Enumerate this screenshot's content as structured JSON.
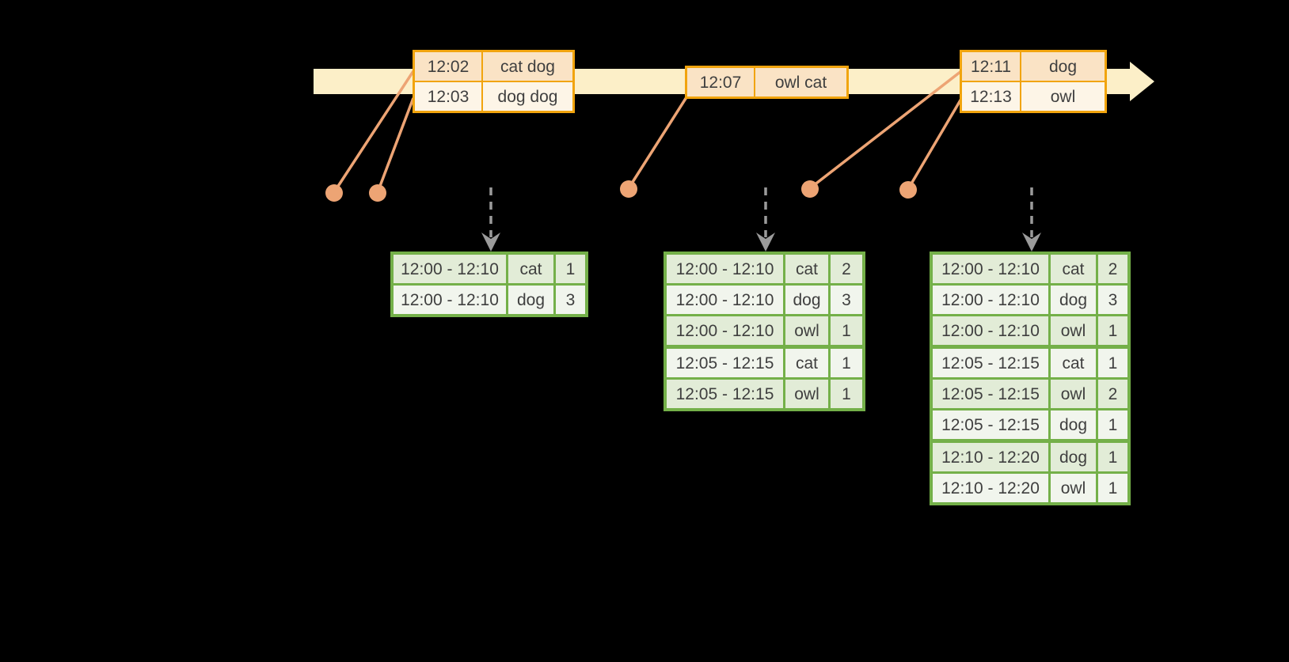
{
  "colors": {
    "background": "#000000",
    "timeline_band": "#FCEFC8",
    "event_table_border": "#F1A40E",
    "event_row_dark": "#FAE3C5",
    "event_row_light": "#FDF5E7",
    "connector": "#EDA474",
    "result_table_border": "#74B049",
    "result_row_dark": "#E2ECD7",
    "result_row_light": "#F1F5ED",
    "assign_arrow": "#9B9B9B",
    "text": "#3F3F3F"
  },
  "event_tables": [
    {
      "rows": [
        {
          "time": "12:02",
          "value": "cat dog"
        },
        {
          "time": "12:03",
          "value": "dog dog"
        }
      ]
    },
    {
      "rows": [
        {
          "time": "12:07",
          "value": "owl cat"
        }
      ]
    },
    {
      "rows": [
        {
          "time": "12:11",
          "value": "dog"
        },
        {
          "time": "12:13",
          "value": "owl"
        }
      ]
    }
  ],
  "result_tables": [
    {
      "rows": [
        {
          "window": "12:00 - 12:10",
          "key": "cat",
          "count": "1"
        },
        {
          "window": "12:00 - 12:10",
          "key": "dog",
          "count": "3"
        }
      ]
    },
    {
      "rows": [
        {
          "window": "12:00 - 12:10",
          "key": "cat",
          "count": "2"
        },
        {
          "window": "12:00 - 12:10",
          "key": "dog",
          "count": "3"
        },
        {
          "window": "12:00 - 12:10",
          "key": "owl",
          "count": "1"
        },
        {
          "window": "12:05 - 12:15",
          "key": "cat",
          "count": "1"
        },
        {
          "window": "12:05 - 12:15",
          "key": "owl",
          "count": "1"
        }
      ]
    },
    {
      "rows": [
        {
          "window": "12:00 - 12:10",
          "key": "cat",
          "count": "2"
        },
        {
          "window": "12:00 - 12:10",
          "key": "dog",
          "count": "3"
        },
        {
          "window": "12:00 - 12:10",
          "key": "owl",
          "count": "1"
        },
        {
          "window": "12:05 - 12:15",
          "key": "cat",
          "count": "1"
        },
        {
          "window": "12:05 - 12:15",
          "key": "owl",
          "count": "2"
        },
        {
          "window": "12:05 - 12:15",
          "key": "dog",
          "count": "1"
        },
        {
          "window": "12:10 - 12:20",
          "key": "dog",
          "count": "1"
        },
        {
          "window": "12:10 - 12:20",
          "key": "owl",
          "count": "1"
        }
      ]
    }
  ]
}
